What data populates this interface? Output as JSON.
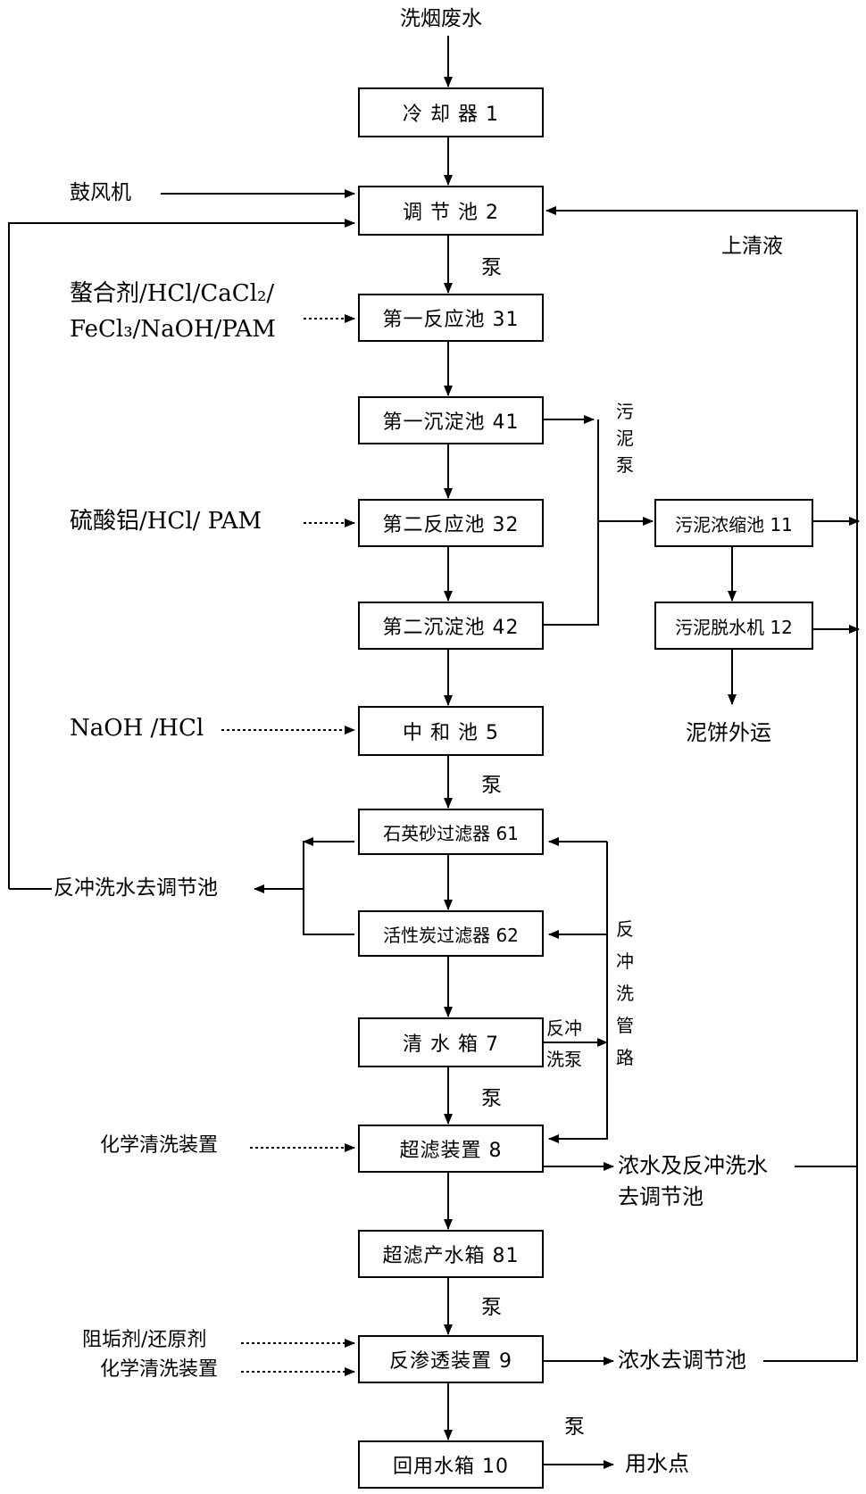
{
  "diagram": {
    "input": "洗烟废水",
    "nodes": {
      "cooler": "冷 却 器  1",
      "regulating_tank": "调 节 池  2",
      "reaction_tank_1": "第一反应池 31",
      "settling_tank_1": "第一沉淀池 41",
      "reaction_tank_2": "第二反应池 32",
      "settling_tank_2": "第二沉淀池 42",
      "neutralization_tank": "中 和 池  5",
      "quartz_filter": "石英砂过滤器 61",
      "carbon_filter": "活性炭过滤器 62",
      "clear_water_tank": "清 水 箱  7",
      "ultrafiltration": "超滤装置 8",
      "uf_product_tank": "超滤产水箱 81",
      "reverse_osmosis": "反渗透装置 9",
      "reuse_tank": "回用水箱 10",
      "sludge_thickener": "污泥浓缩池 11",
      "sludge_dewatering": "污泥脱水机 12"
    },
    "labels": {
      "blower": "鼓风机",
      "supernatant": "上清液",
      "pump_1": "泵",
      "pump_2": "泵",
      "pump_3": "泵",
      "pump_4": "泵",
      "pump_5": "泵",
      "reagents_1_line1": "螯合剂/HCl/CaCl₂/",
      "reagents_1_line2": "FeCl₃/NaOH/PAM",
      "reagents_2": "硫酸铝/HCl/ PAM",
      "reagents_3": "NaOH /HCl",
      "sludge_pump": [
        "污",
        "泥",
        "泵"
      ],
      "sludge_cake": "泥饼外运",
      "backwash_to_tank": "反冲洗水去调节池",
      "backwash_pipe": [
        "反",
        "冲",
        "洗",
        "管",
        "路"
      ],
      "backwash_pump_line1": "反冲",
      "backwash_pump_line2": "洗泵",
      "chem_clean_1": "化学清洗装置",
      "uf_reject_line1": "浓水及反冲洗水",
      "uf_reject_line2": "去调节池",
      "antiscalant": "阻垢剂/还原剂",
      "chem_clean_2": "化学清洗装置",
      "ro_reject": "浓水去调节池",
      "use_point": "用水点"
    }
  }
}
